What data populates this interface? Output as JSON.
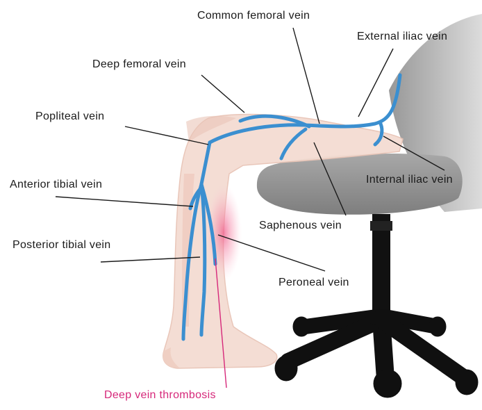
{
  "labels": {
    "common_femoral": "Common femoral vein",
    "external_iliac": "External iliac vein",
    "deep_femoral": "Deep femoral vein",
    "popliteal": "Popliteal vein",
    "internal_iliac": "Internal iliac vein",
    "anterior_tibial": "Anterior tibial vein",
    "saphenous": "Saphenous vein",
    "posterior_tibial": "Posterior tibial vein",
    "peroneal": "Peroneal vein",
    "dvt": "Deep vein thrombosis"
  },
  "colors": {
    "vein": "#3b8fd0",
    "skin": "#f4dcd2",
    "thrombosis": "#d6287a",
    "chair_seat": "#9a9a9a",
    "chair_base": "#101010"
  }
}
